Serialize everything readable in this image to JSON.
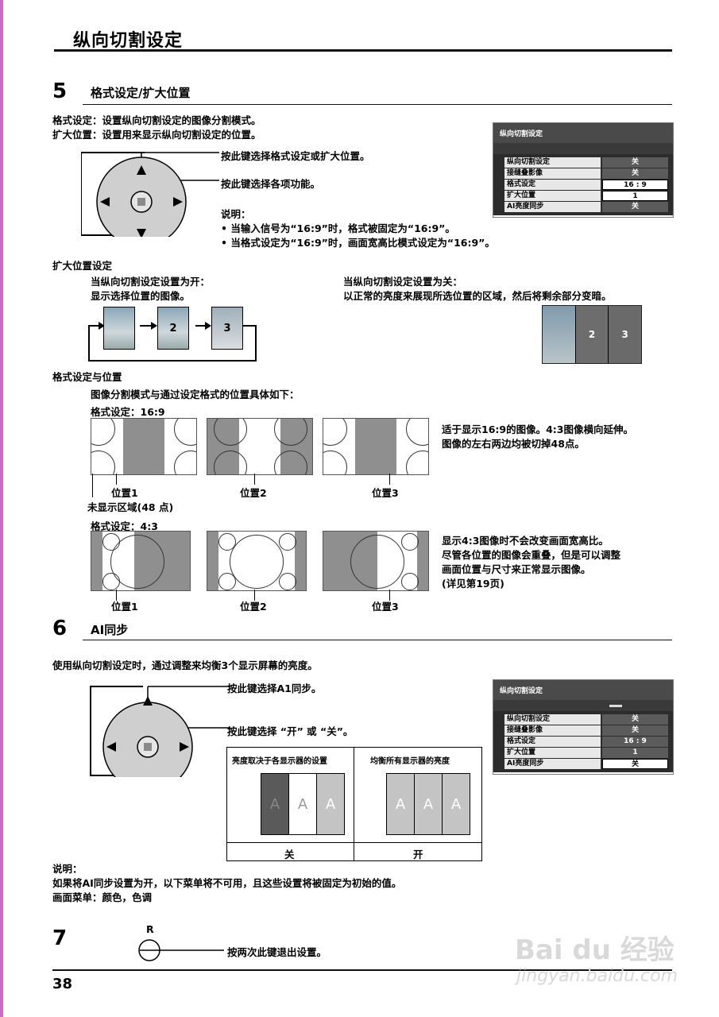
{
  "header": {
    "title": "纵向切割设定",
    "page_number": "38"
  },
  "sec5": {
    "num": "5",
    "title": "格式设定/扩大位置",
    "line1": "格式设定：设置纵向切割设定的图像分割模式。",
    "line2": "扩大位置：设置用来显示纵向切割设定的位置。",
    "callout_up": "按此键选择格式设定或扩大位置。",
    "callout_lr": "按此键选择各项功能。",
    "note_title": "说明：",
    "note1": "• 当输入信号为“16:9”时，格式被固定为“16:9”。",
    "note2": "• 当格式设定为“16:9”时，画面宽高比模式设定为“16:9”。",
    "menu": {
      "title": "纵向切割设定",
      "rows": [
        {
          "label": "纵向切割设定",
          "value": "关"
        },
        {
          "label": "接缝叠影像",
          "value": "关"
        },
        {
          "label": "格式设定",
          "value": "16 : 9"
        },
        {
          "label": "扩大位置",
          "value": "1"
        },
        {
          "label": "AI亮度同步",
          "value": "关"
        }
      ]
    },
    "expand_heading": "扩大位置设定",
    "on_title": "当纵向切割设定设置为开：",
    "on_desc": "显示选择位置的图像。",
    "off_title": "当纵向切割设定设置为关：",
    "off_desc": "以正常的亮度来展现所选位置的区域，然后将剩余部分变暗。",
    "pos_labels": [
      "2",
      "3"
    ],
    "format_heading": "格式设定与位置",
    "format_desc": "图像分割模式与通过设定格式的位置具体如下：",
    "fmt169_label": "格式设定：16:9",
    "fmt169_desc1": "适于显示16:9的图像。4:3图像横向延伸。",
    "fmt169_desc2": "图像的左右两边均被切掉48点。",
    "pos1": "位置1",
    "pos2": "位置2",
    "pos3": "位置3",
    "undisplayed": "未显示区域(48 点)",
    "fmt43_label": "格式设定：4:3",
    "fmt43_desc1": "显示4:3图像时不会改变画面宽高比。",
    "fmt43_desc2": "尽管各位置的图像会重叠，但是可以调整",
    "fmt43_desc3": "画面位置与尺寸来正常显示图像。",
    "fmt43_desc4": "(详见第19页)"
  },
  "sec6": {
    "num": "6",
    "title": "AI同步",
    "desc": "使用纵向切割设定时，通过调整来均衡3个显示屏幕的亮度。",
    "callout_up": "按此键选择A1同步。",
    "callout_lr": "按此键选择 “开” 或 “关”。",
    "table_h1": "亮度取决于各显示器的设置",
    "table_h2": "均衡所有显示器的亮度",
    "letter": "A",
    "off": "关",
    "on": "开",
    "menu": {
      "title": "纵向切割设定",
      "rows": [
        {
          "label": "纵向切割设定",
          "value": "关"
        },
        {
          "label": "接缝叠影像",
          "value": "关"
        },
        {
          "label": "格式设定",
          "value": "16 : 9"
        },
        {
          "label": "扩大位置",
          "value": "1"
        },
        {
          "label": "AI亮度同步",
          "value": "关"
        }
      ]
    },
    "note_title": "说明：",
    "note1": "如果将AI同步设置为开，以下菜单将不可用，且这些设置将被固定为初始的值。",
    "note2": "画面菜单：颜色，色调"
  },
  "sec7": {
    "num": "7",
    "key": "R",
    "callout": "按两次此键退出设置。"
  },
  "watermark": {
    "brand": "Bai du 经验",
    "url": "jingyan.baidu.com"
  },
  "colors": {
    "accent_bar": "#d36ac4",
    "menu_dark": "#2c2c2c"
  }
}
